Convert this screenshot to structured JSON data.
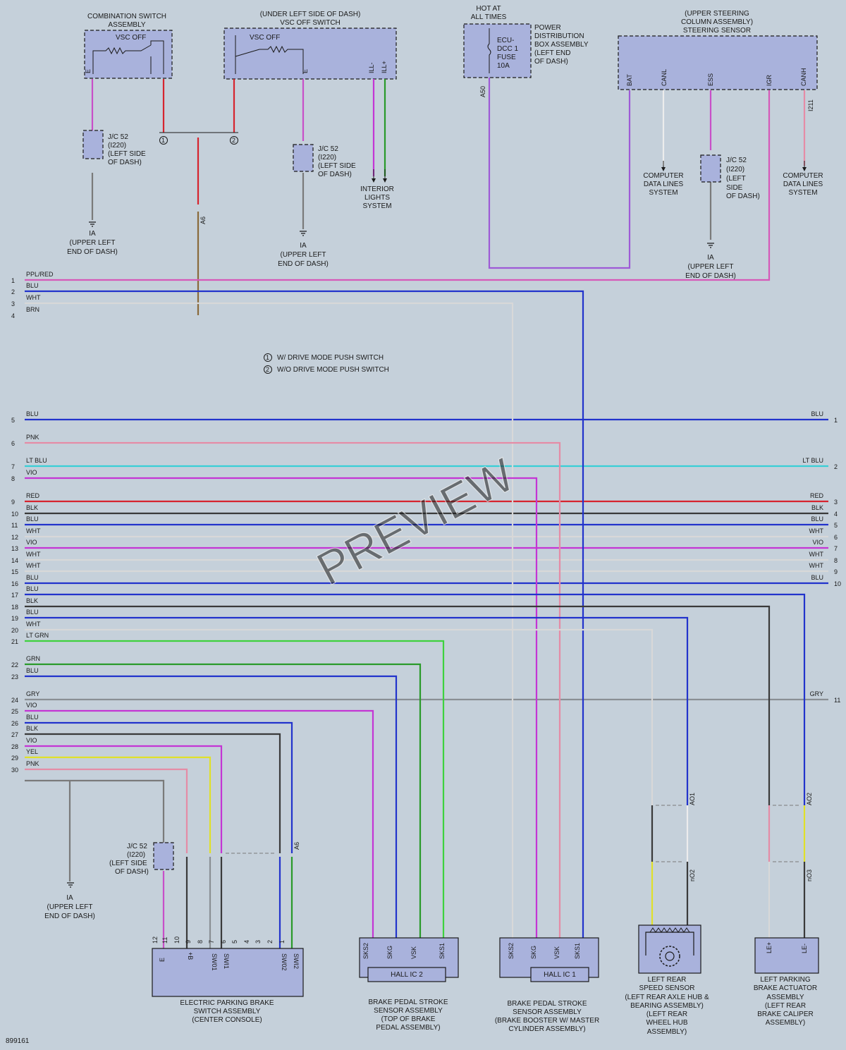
{
  "diagram_id": "899161",
  "watermark": "PREVIEW",
  "legend": {
    "marker1": "1",
    "marker2": "2",
    "note1": "W/ DRIVE MODE PUSH SWITCH",
    "note2": "W/O DRIVE MODE PUSH SWITCH"
  },
  "components": {
    "combination_switch": [
      "COMBINATION SWITCH",
      "ASSEMBLY"
    ],
    "vsc_off_label": "VSC OFF",
    "vsc_off_switch": [
      "(UNDER LEFT SIDE OF DASH)",
      "VSC OFF SWITCH"
    ],
    "hot_at_all_times": [
      "HOT AT",
      "ALL TIMES"
    ],
    "fuse": [
      "ECU-",
      "DCC 1",
      "FUSE",
      "10A"
    ],
    "power_distribution": [
      "POWER",
      "DISTRIBUTION",
      "BOX ASSEMBLY",
      "(LEFT END",
      "OF DASH)"
    ],
    "steering_sensor": [
      "(UPPER STEERING",
      "COLUMN ASSEMBLY)",
      "STEERING SENSOR"
    ],
    "jc52_a": [
      "J/C 52",
      "(I220)",
      "(LEFT SIDE",
      "OF DASH)"
    ],
    "jc52_c": [
      "J/C 52",
      "(I220)",
      "(LEFT",
      "SIDE",
      "OF DASH)"
    ],
    "ground_a": [
      "IA",
      "(UPPER LEFT",
      "END OF DASH)"
    ],
    "ground_b": [
      "IA",
      "(UPPER LEFT",
      "END OF DASH)"
    ],
    "ground_c": [
      "IA",
      "(UPPER LEFT",
      "END OF DASH)"
    ],
    "ground_d": [
      "IA",
      "(UPPER LEFT",
      "END OF DASH)"
    ],
    "interior_lights": [
      "INTERIOR",
      "LIGHTS",
      "SYSTEM"
    ],
    "computer_data_1": [
      "COMPUTER",
      "DATA LINES",
      "SYSTEM"
    ],
    "computer_data_2": [
      "COMPUTER",
      "DATA LINES",
      "SYSTEM"
    ],
    "epb_switch": [
      "ELECTRIC PARKING BRAKE",
      "SWITCH ASSEMBLY",
      "(CENTER CONSOLE)"
    ],
    "bpss_top": [
      "BRAKE PEDAL STROKE",
      "SENSOR ASSEMBLY",
      "(TOP OF BRAKE",
      "PEDAL ASSEMBLY)"
    ],
    "bpss_booster": [
      "BRAKE PEDAL STROKE",
      "SENSOR ASSEMBLY",
      "(BRAKE BOOSTER W/ MASTER",
      "CYLINDER ASSEMBLY)"
    ],
    "rear_speed": [
      "LEFT REAR",
      "SPEED SENSOR",
      "(LEFT REAR AXLE HUB &",
      "BEARING ASSEMBLY)",
      "(LEFT REAR",
      "WHEEL HUB",
      "ASSEMBLY)"
    ],
    "parking_actuator": [
      "LEFT PARKING",
      "BRAKE ACTUATOR",
      "ASSEMBLY",
      "(LEFT REAR",
      "BRAKE CALIPER",
      "ASSEMBLY)"
    ],
    "hall_ic_2": "HALL IC 2",
    "hall_ic_1": "HALL IC 1"
  },
  "left_terminals": [
    {
      "n": "1",
      "color": "PPL/RED"
    },
    {
      "n": "2",
      "color": "BLU"
    },
    {
      "n": "3",
      "color": "WHT"
    },
    {
      "n": "4",
      "color": "BRN"
    },
    {
      "n": "5",
      "color": "BLU"
    },
    {
      "n": "6",
      "color": "PNK"
    },
    {
      "n": "7",
      "color": "LT BLU"
    },
    {
      "n": "8",
      "color": "VIO"
    },
    {
      "n": "9",
      "color": "RED"
    },
    {
      "n": "10",
      "color": "BLK"
    },
    {
      "n": "11",
      "color": "BLU"
    },
    {
      "n": "12",
      "color": "WHT"
    },
    {
      "n": "13",
      "color": "VIO"
    },
    {
      "n": "14",
      "color": "WHT"
    },
    {
      "n": "15",
      "color": "WHT"
    },
    {
      "n": "16",
      "color": "BLU"
    },
    {
      "n": "17",
      "color": "BLU"
    },
    {
      "n": "18",
      "color": "BLK"
    },
    {
      "n": "19",
      "color": "BLU"
    },
    {
      "n": "20",
      "color": "WHT"
    },
    {
      "n": "21",
      "color": "LT GRN"
    },
    {
      "n": "22",
      "color": "GRN"
    },
    {
      "n": "23",
      "color": "BLU"
    },
    {
      "n": "24",
      "color": "GRY"
    },
    {
      "n": "25",
      "color": "VIO"
    },
    {
      "n": "26",
      "color": "BLU"
    },
    {
      "n": "27",
      "color": "BLK"
    },
    {
      "n": "28",
      "color": "VIO"
    },
    {
      "n": "29",
      "color": "YEL"
    },
    {
      "n": "30",
      "color": "PNK"
    }
  ],
  "right_terminals": [
    {
      "n": "1",
      "color": "BLU"
    },
    {
      "n": "2",
      "color": "LT BLU"
    },
    {
      "n": "3",
      "color": "RED"
    },
    {
      "n": "4",
      "color": "BLK"
    },
    {
      "n": "5",
      "color": "BLU"
    },
    {
      "n": "6",
      "color": "WHT"
    },
    {
      "n": "7",
      "color": "VIO"
    },
    {
      "n": "8",
      "color": "WHT"
    },
    {
      "n": "9",
      "color": "WHT"
    },
    {
      "n": "10",
      "color": "BLU"
    },
    {
      "n": "11",
      "color": "GRY"
    }
  ],
  "epb_pins": {
    "names": [
      "E",
      "+B",
      "SW01",
      "SWI1",
      "SW02",
      "SWI2"
    ],
    "numbers": [
      "12",
      "11",
      "10",
      "9",
      "8",
      "7",
      "6",
      "5",
      "4",
      "3",
      "2",
      "1"
    ]
  },
  "bpss_pins": [
    "SKS2",
    "SKG",
    "VSK",
    "SKS1"
  ],
  "actuator_pins": [
    "LE+",
    "LE-"
  ],
  "connectors": {
    "a6": "A6",
    "a50": "A50",
    "i211": "I211",
    "ao1": "AO1",
    "ao2": "AO2",
    "no2": "nO2",
    "no3": "nO3"
  },
  "pin_labels": {
    "e": "E",
    "ill_minus": "ILL-",
    "ill_plus": "ILL+",
    "bat": "BAT",
    "canl": "CANL",
    "ess": "ESS",
    "igr": "IGR",
    "canh": "CANH"
  },
  "wire_colors": {
    "PPL": "#c84fc8",
    "PPL/RED": "#d659b8",
    "PPL/BLU": "#9e5ad6",
    "BLU": "#2233cc",
    "WHT": "#ececec",
    "BRN": "#8a6a3a",
    "PNK": "#e58ca6",
    "LT BLU": "#38cfd6",
    "VIO": "#c435d4",
    "RED": "#d6242e",
    "BLK": "#3a3a3a",
    "LT GRN": "#3ed23e",
    "GRN": "#2a9a2a",
    "GRY": "#8a8f94",
    "YEL": "#e0e02a",
    "WHT/BLK": "#7a7a7a"
  }
}
